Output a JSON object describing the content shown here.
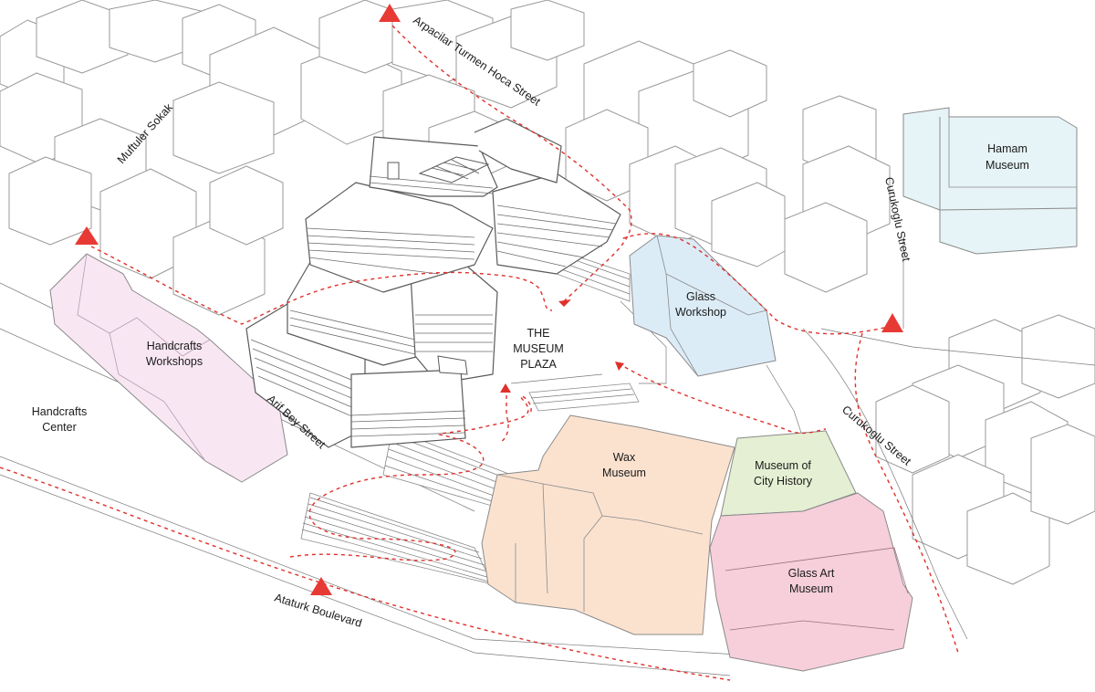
{
  "labels": {
    "street_arpacilar": "Arpacilar Turmen Hoca Street",
    "street_muftuler": "Muftuler Sokak",
    "street_curukoglu_upper": "Curukoglu Street",
    "street_curukoglu_lower": "Curukoglu Street",
    "street_arif_bey": "Arif Bey Street",
    "street_ataturk": "Ataturk Boulevard",
    "hamam_line1": "Hamam",
    "hamam_line2": "Museum",
    "glass_workshop_line1": "Glass",
    "glass_workshop_line2": "Workshop",
    "handcrafts_workshops_line1": "Handcrafts",
    "handcrafts_workshops_line2": "Workshops",
    "handcrafts_center_line1": "Handcrafts",
    "handcrafts_center_line2": "Center",
    "plaza_line1": "THE",
    "plaza_line2": "MUSEUM",
    "plaza_line3": "PLAZA",
    "wax_line1": "Wax",
    "wax_line2": "Museum",
    "city_history_line1": "Museum of",
    "city_history_line2": "City History",
    "glass_art_line1": "Glass Art",
    "glass_art_line2": "Museum"
  },
  "colors": {
    "hamam_museum": "#e6f4f7",
    "glass_workshop": "#dcecf7",
    "handcrafts_workshops": "#f8e7f2",
    "wax_museum": "#fbe2cf",
    "city_history": "#e5efd3",
    "glass_art_museum": "#f6cfdb",
    "route": "#e0302b",
    "entrance_marker": "#e83a35"
  },
  "entrances": [
    "entrance-arpacilar",
    "entrance-muftuler",
    "entrance-curukoglu",
    "entrance-ataturk"
  ]
}
